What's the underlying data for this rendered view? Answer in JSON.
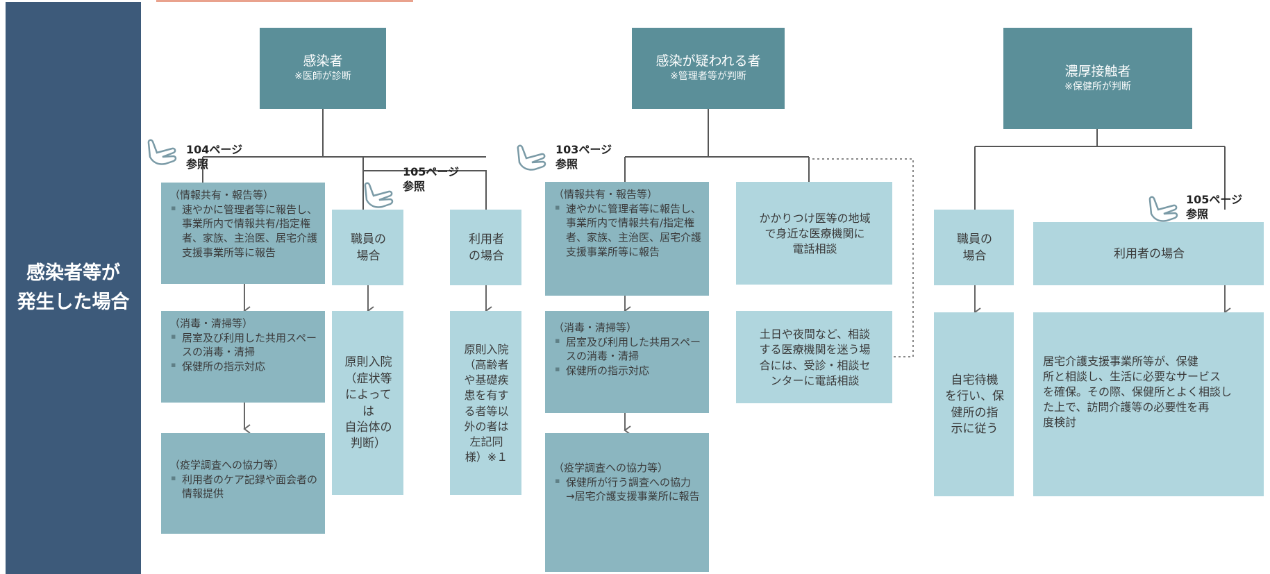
{
  "title": "感染者等が\n発生した場合",
  "headers": {
    "infected": {
      "title": "感染者",
      "sub": "※医師が診断"
    },
    "suspected": {
      "title": "感染が疑われる者",
      "sub": "※管理者等が判断"
    },
    "contact": {
      "title": "濃厚接触者",
      "sub": "※保健所が判断"
    }
  },
  "refs": {
    "r104": "104ページ\n参照",
    "r105a": "105ページ\n参照",
    "r103": "103ページ\n参照",
    "r105b": "105ページ\n参照"
  },
  "infected": {
    "share": {
      "title": "（情報共有・報告等）",
      "items": [
        "速やかに管理者等に報告し、事業所内で情報共有/指定権者、家族、主治医、居宅介護支援事業所等に報告"
      ]
    },
    "disinfect": {
      "title": "（消毒・清掃等）",
      "items": [
        "居室及び利用した共用スペースの消毒・清掃",
        "保健所の指示対応"
      ]
    },
    "investigation": {
      "title": "（疫学調査への協力等）",
      "items": [
        "利用者のケア記録や面会者の情報提供"
      ]
    },
    "staff_case": "職員の\n場合",
    "staff_text": "原則入院\n（症状等\nによっては\n自治体の\n判断）",
    "user_case": "利用者\nの場合",
    "user_text": "原則入院\n（高齢者\nや基礎疾\n患を有す\nる者等以\n外の者は\n左記同\n様）※１"
  },
  "suspected": {
    "share": {
      "title": "（情報共有・報告等）",
      "items": [
        "速やかに管理者等に報告し、事業所内で情報共有/指定権者、家族、主治医、居宅介護支援事業所等に報告"
      ]
    },
    "disinfect": {
      "title": "（消毒・清掃等）",
      "items": [
        "居室及び利用した共用スペースの消毒・清掃",
        "保健所の指示対応"
      ]
    },
    "investigation": {
      "title": "（疫学調査への協力等）",
      "items": [
        "保健所が行う調査への協力\n→居宅介護支援事業所に報告"
      ]
    },
    "consult": "かかりつけ医等の地域\nで身近な医療機関に\n電話相談",
    "night": "土日や夜間など、相談\nする医療機関を迷う場\n合には、受診・相談セ\nンターに電話相談"
  },
  "contact": {
    "staff_case": "職員の\n場合",
    "staff_text": "自宅待機\nを行い、保\n健所の指\n示に従う",
    "user_case": "利用者の場合",
    "user_text": "居宅介護支援事業所等が、保健\n所と相談し、生活に必要なサービス\nを確保。その際、保健所とよく相談し\nた上で、訪問介護等の必要性を再\n度検討"
  },
  "colors": {
    "sidebar": "#3d5a7a",
    "header": "#5b8f99",
    "box_dark": "#8bb6c0",
    "box_light": "#b0d6de",
    "line": "#555555",
    "accent_line": "#e9a28d"
  },
  "icons": [
    "hand-pointer-icon",
    "arrow-down-icon"
  ]
}
